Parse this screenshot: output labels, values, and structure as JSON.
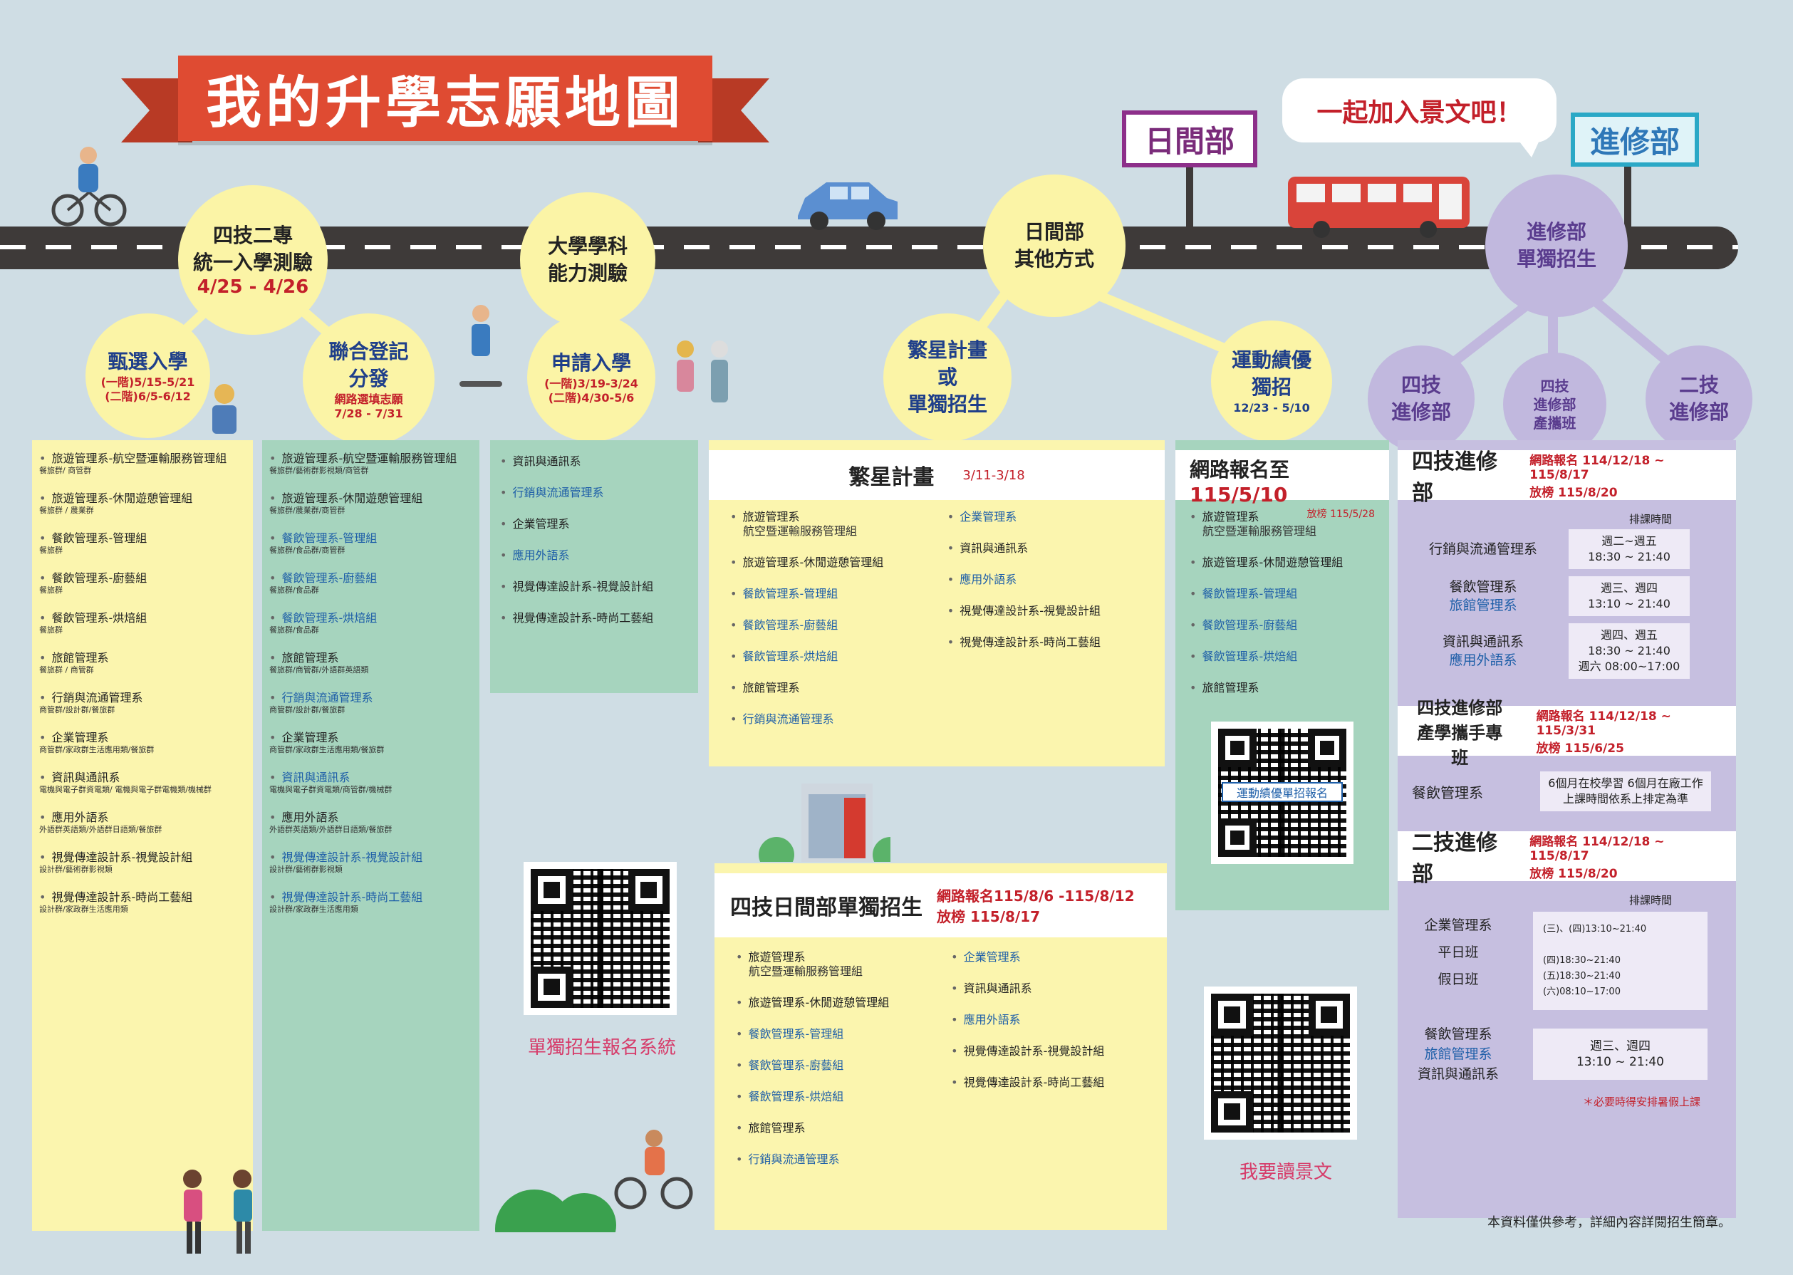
{
  "title": "我的升學志願地圖",
  "bubble": "一起加入景文吧！",
  "signs": {
    "day": "日間部",
    "night": "進修部"
  },
  "circles": {
    "c1": {
      "t1": "四技二專",
      "t2": "統一入學測驗",
      "d": "4/25 - 4/26"
    },
    "c2": {
      "t1": "大學學科",
      "t2": "能力測驗"
    },
    "c3": {
      "t1": "日間部",
      "t2": "其他方式"
    },
    "c4": {
      "t1": "進修部",
      "t2": "單獨招生"
    },
    "s1": {
      "t": "甄選入學",
      "d1": "(一階)5/15-5/21",
      "d2": "(二階)6/5-6/12"
    },
    "s2": {
      "t1": "聯合登記",
      "t2": "分發",
      "d1": "網路選填志願",
      "d2": "7/28 - 7/31"
    },
    "s3": {
      "t": "申請入學",
      "d1": "(一階)3/19-3/24",
      "d2": "(二階)4/30-5/6"
    },
    "s4": {
      "t1": "繁星計畫",
      "t2": "或",
      "t3": "單獨招生"
    },
    "s5": {
      "t1": "運動績優",
      "t2": "獨招",
      "d": "12/23 - 5/10"
    },
    "p1": {
      "t1": "四技",
      "t2": "進修部"
    },
    "p2": {
      "t1": "四技",
      "t2": "進修部",
      "t3": "產攜班"
    },
    "p3": {
      "t1": "二技",
      "t2": "進修部"
    }
  },
  "col1": [
    {
      "n": "旅遊管理系-航空暨運輸服務管理組",
      "s": "餐旅群/ 商管群"
    },
    {
      "n": "旅遊管理系-休閒遊憩管理組",
      "s": "餐旅群 / 農業群"
    },
    {
      "n": "餐飲管理系-管理組",
      "s": "餐旅群"
    },
    {
      "n": "餐飲管理系-廚藝組",
      "s": "餐旅群"
    },
    {
      "n": "餐飲管理系-烘焙組",
      "s": "餐旅群"
    },
    {
      "n": "旅館管理系",
      "s": "餐旅群 / 商管群"
    },
    {
      "n": "行銷與流通管理系",
      "s": "商管群/設計群/餐旅群"
    },
    {
      "n": "企業管理系",
      "s": "商管群/家政群生活應用類/餐旅群"
    },
    {
      "n": "資訊與通訊系",
      "s": "電機與電子群資電類/ 電機與電子群電機類/機械群"
    },
    {
      "n": "應用外語系",
      "s": "外語群英語類/外語群日語類/餐旅群"
    },
    {
      "n": "視覺傳達設計系-視覺設計組",
      "s": "設計群/藝術群影視類"
    },
    {
      "n": "視覺傳達設計系-時尚工藝組",
      "s": "設計群/家政群生活應用類"
    }
  ],
  "col2": [
    {
      "n": "旅遊管理系-航空暨運輸服務管理組",
      "s": "餐旅群/藝術群影視類/商管群",
      "b": false
    },
    {
      "n": "旅遊管理系-休閒遊憩管理組",
      "s": "餐旅群/農業群/商管群",
      "b": false
    },
    {
      "n": "餐飲管理系-管理組",
      "s": "餐旅群/食品群/商管群",
      "b": true
    },
    {
      "n": "餐飲管理系-廚藝組",
      "s": "餐旅群/食品群",
      "b": true
    },
    {
      "n": "餐飲管理系-烘焙組",
      "s": "餐旅群/食品群",
      "b": true
    },
    {
      "n": "旅館管理系",
      "s": "餐旅群/商管群/外語群英語類",
      "b": false
    },
    {
      "n": "行銷與流通管理系",
      "s": "商管群/設計群/餐旅群",
      "b": true
    },
    {
      "n": "企業管理系",
      "s": "商管群/家政群生活應用類/餐旅群",
      "b": false
    },
    {
      "n": "資訊與通訊系",
      "s": "電機與電子群資電類/商管群/機械群",
      "b": true
    },
    {
      "n": "應用外語系",
      "s": "外語群英語類/外語群日語類/餐旅群",
      "b": false
    },
    {
      "n": "視覺傳達設計系-視覺設計組",
      "s": "設計群/藝術群影視類",
      "b": true
    },
    {
      "n": "視覺傳達設計系-時尚工藝組",
      "s": "設計群/家政群生活應用類",
      "b": true
    }
  ],
  "col3": [
    {
      "n": "資訊與通訊系",
      "b": false
    },
    {
      "n": "行銷與流通管理系",
      "b": true
    },
    {
      "n": "企業管理系",
      "b": false
    },
    {
      "n": "應用外語系",
      "b": true
    },
    {
      "n": "視覺傳達設計系-視覺設計組",
      "b": false
    },
    {
      "n": "視覺傳達設計系-時尚工藝組",
      "b": false
    }
  ],
  "star": {
    "title": "繁星計畫",
    "date": "3/11-3/18",
    "left": [
      {
        "n": "旅遊管理系",
        "n2": "航空暨運輸服務管理組",
        "b": false
      },
      {
        "n": "旅遊管理系-休閒遊憩管理組",
        "b": false
      },
      {
        "n": "餐飲管理系-管理組",
        "b": true
      },
      {
        "n": "餐飲管理系-廚藝組",
        "b": true
      },
      {
        "n": "餐飲管理系-烘焙組",
        "b": true
      },
      {
        "n": "旅館管理系",
        "b": false
      },
      {
        "n": "行銷與流通管理系",
        "b": true
      }
    ],
    "right": [
      {
        "n": "企業管理系",
        "b": true
      },
      {
        "n": "資訊與通訊系",
        "b": false
      },
      {
        "n": "應用外語系",
        "b": true
      },
      {
        "n": "視覺傳達設計系-視覺設計組",
        "b": false
      },
      {
        "n": "視覺傳達設計系-時尚工藝組",
        "b": false
      }
    ]
  },
  "sport": {
    "title": "網路報名至",
    "date": "115/5/10",
    "sub": "放榜 115/5/28",
    "items": [
      {
        "n": "旅遊管理系",
        "n2": "航空暨運輸服務管理組",
        "b": false
      },
      {
        "n": "旅遊管理系-休閒遊憩管理組",
        "b": false
      },
      {
        "n": "餐飲管理系-管理組",
        "b": true
      },
      {
        "n": "餐飲管理系-廚藝組",
        "b": true
      },
      {
        "n": "餐飲管理系-烘焙組",
        "b": true
      },
      {
        "n": "旅館管理系",
        "b": false
      }
    ],
    "qr": "運動績優單招報名"
  },
  "day4": {
    "title": "四技日間部單獨招生",
    "d1": "網路報名115/8/6 -115/8/12",
    "d2": "放榜 115/8/17",
    "left": [
      {
        "n": "旅遊管理系",
        "n2": "航空暨運輸服務管理組",
        "b": false
      },
      {
        "n": "旅遊管理系-休閒遊憩管理組",
        "b": false
      },
      {
        "n": "餐飲管理系-管理組",
        "b": true
      },
      {
        "n": "餐飲管理系-廚藝組",
        "b": true
      },
      {
        "n": "餐飲管理系-烘焙組",
        "b": true
      },
      {
        "n": "旅館管理系",
        "b": false
      },
      {
        "n": "行銷與流通管理系",
        "b": true
      }
    ],
    "right": [
      {
        "n": "企業管理系",
        "b": true
      },
      {
        "n": "資訊與通訊系",
        "b": false
      },
      {
        "n": "應用外語系",
        "b": true
      },
      {
        "n": "視覺傳達設計系-視覺設計組",
        "b": false
      },
      {
        "n": "視覺傳達設計系-時尚工藝組",
        "b": false
      }
    ]
  },
  "qr1": "單獨招生報名系統",
  "qr2": "我要讀景文",
  "night4": {
    "title": "四技進修部",
    "d1": "網路報名 114/12/18 ~ 115/8/17",
    "d2": "放榜 115/8/20",
    "sched": "排課時間",
    "rows": [
      {
        "a": "行銷與流通管理系",
        "b": "",
        "t1": "週二~週五",
        "t2": "18:30 ~ 21:40",
        "t3": ""
      },
      {
        "a": "餐飲管理系",
        "b": "旅館管理系",
        "t1": "週三、週四",
        "t2": "13:10 ~ 21:40",
        "t3": ""
      },
      {
        "a": "資訊與通訊系",
        "b": "應用外語系",
        "t1": "週四、週五",
        "t2": "18:30 ~ 21:40",
        "t3": "週六 08:00~17:00"
      }
    ]
  },
  "coop": {
    "t1": "四技進修部",
    "t2": "產學攜手專班",
    "d1": "網路報名 114/12/18 ~ 115/3/31",
    "d2": "放榜 115/6/25",
    "dept": "餐飲管理系",
    "s1": "6個月在校學習 6個月在廠工作",
    "s2": "上課時間依系上排定為準"
  },
  "night2": {
    "title": "二技進修部",
    "d1": "網路報名 114/12/18 ~ 115/8/17",
    "d2": "放榜 115/8/20",
    "sched": "排課時間",
    "a1": "企業管理系",
    "a2": "平日班",
    "a3": "假日班",
    "t1": "(三)、(四)13:10~21:40",
    "t2": "(四)18:30~21:40 (五)18:30~21:40",
    "t3": "(六)08:10~17:00",
    "b1": "餐飲管理系",
    "b2": "旅館管理系",
    "b3": "資訊與通訊系",
    "u1": "週三、週四",
    "u2": "13:10 ~ 21:40",
    "note": "＊必要時得安排暑假上課"
  },
  "footer": "本資料僅供參考，詳細內容詳閱招生簡章。",
  "colors": {
    "yellow": "#fbf5ae",
    "green": "#a6d4be",
    "purple": "#c6bfe0",
    "red": "#c3202a",
    "blue": "#1d5ea8"
  }
}
